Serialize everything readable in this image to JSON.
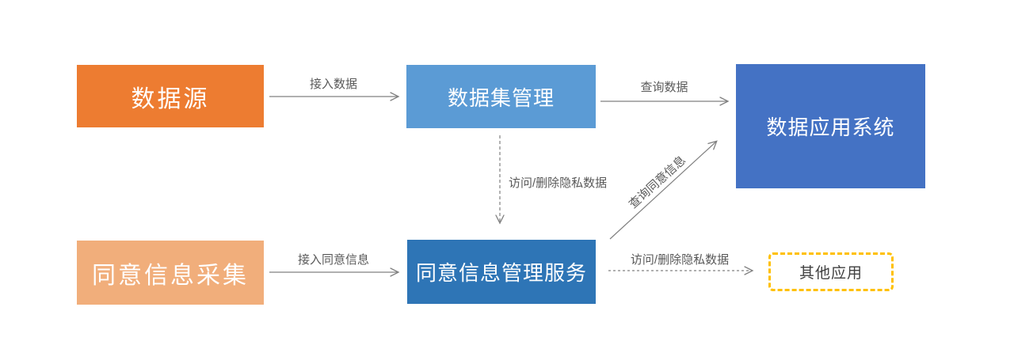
{
  "diagram": {
    "nodes": [
      {
        "id": "data-source",
        "label": "数据源",
        "color": "#ED7C31",
        "text_color": "#FFFFFF"
      },
      {
        "id": "dataset-management",
        "label": "数据集管理",
        "color": "#5B9BD5",
        "text_color": "#FFFFFF"
      },
      {
        "id": "data-application-system",
        "label": "数据应用系统",
        "color": "#4472C4",
        "text_color": "#FFFFFF"
      },
      {
        "id": "consent-info-collection",
        "label": "同意信息采集",
        "color": "#F1AE7B",
        "text_color": "#FFFFFF"
      },
      {
        "id": "consent-info-management-service",
        "label": "同意信息管理服务",
        "color": "#2E75B6",
        "text_color": "#FFFFFF"
      },
      {
        "id": "other-applications",
        "label": "其他应用",
        "color": "#FFFFFF",
        "border_color": "#FFC000",
        "border_style": "dashed",
        "text_color": "#404040"
      }
    ],
    "edges": [
      {
        "from": "data-source",
        "to": "dataset-management",
        "label": "接入数据",
        "line": "solid"
      },
      {
        "from": "dataset-management",
        "to": "data-application-system",
        "label": "查询数据",
        "line": "solid"
      },
      {
        "from": "dataset-management",
        "to": "consent-info-management-service",
        "label": "访问/删除隐私数据",
        "line": "dashed"
      },
      {
        "from": "consent-info-management-service",
        "to": "data-application-system",
        "label": "查询同意信息",
        "line": "solid"
      },
      {
        "from": "consent-info-collection",
        "to": "consent-info-management-service",
        "label": "接入同意信息",
        "line": "solid"
      },
      {
        "from": "consent-info-management-service",
        "to": "other-applications",
        "label": "访问/删除隐私数据",
        "line": "dashed"
      }
    ],
    "colors": {
      "arrow": "#808080",
      "edge_label": "#595959",
      "background": "#FFFFFF"
    }
  }
}
